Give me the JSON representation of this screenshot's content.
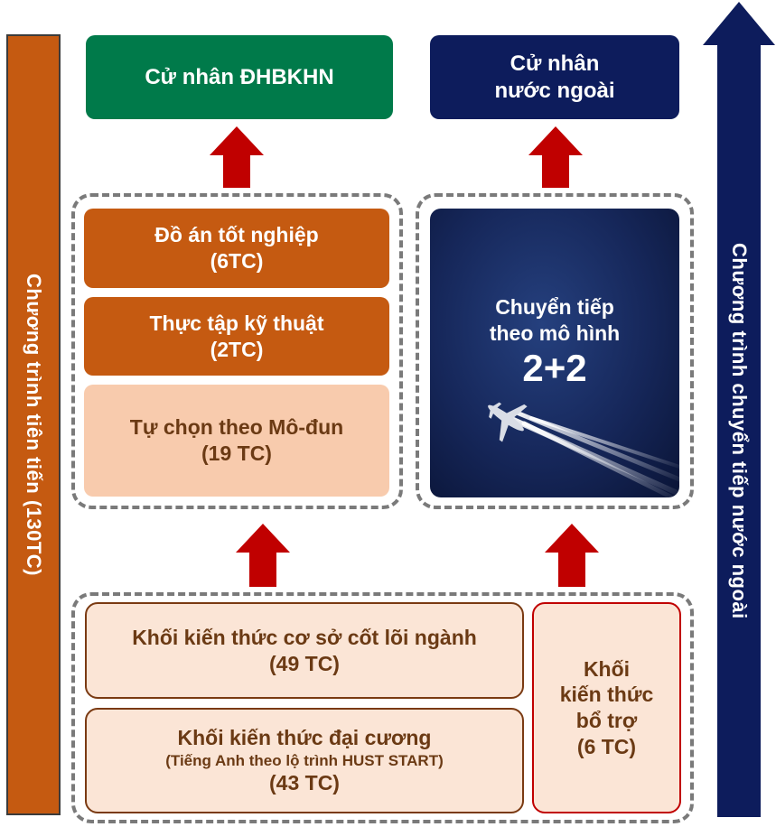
{
  "left_bar": {
    "label": "Chương trình tiên tiến (130TC)",
    "color": "#c55a11"
  },
  "right_arrow": {
    "label": "Chương trình chuyển tiếp nước ngoài",
    "color": "#0d1c5c"
  },
  "outcomes": {
    "hust": {
      "label": "Cử nhân ĐHBKHN",
      "color": "#007a4a"
    },
    "foreign": {
      "line1": "Cử nhân",
      "line2": "nước ngoài",
      "color": "#0d1c5c"
    }
  },
  "advanced_group": {
    "thesis": {
      "title": "Đồ án tốt nghiệp",
      "credits": "(6TC)"
    },
    "internship": {
      "title": "Thực tập kỹ thuật",
      "credits": "(2TC)"
    },
    "elective": {
      "title": "Tự chọn theo Mô-đun",
      "credits": "(19 TC)"
    }
  },
  "transfer": {
    "line1": "Chuyển tiếp",
    "line2": "theo mô hình",
    "model": "2+2",
    "image_icon": "airplane-contrails"
  },
  "base_group": {
    "core": {
      "title": "Khối kiến thức cơ sở cốt lõi ngành",
      "credits": "(49 TC)"
    },
    "general": {
      "title": "Khối kiến thức đại cương",
      "note": "(Tiếng Anh theo lộ trình HUST START)",
      "credits": "(43 TC)"
    },
    "support": {
      "line1": "Khối",
      "line2": "kiến thức",
      "line3": "bổ trợ",
      "credits": "(6 TC)"
    }
  },
  "colors": {
    "arrow_red": "#c00000",
    "dark_orange": "#c55a11",
    "light_orange": "#f8cbad",
    "pale_orange": "#fbe5d6",
    "dashed_border": "#7a7a7a"
  }
}
